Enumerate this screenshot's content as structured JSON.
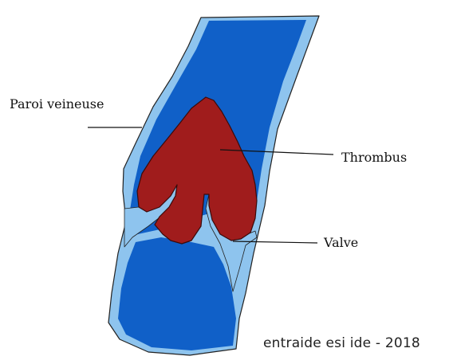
{
  "labels": {
    "paroi": "Paroi veineuse",
    "thrombus": "Thrombus",
    "valve": "Valve"
  },
  "credit": "entraide esi ide - 2018",
  "colors": {
    "vein_wall": "#8ec4ee",
    "vein_lumen": "#1060c8",
    "thrombus": "#a01c1c",
    "outline": "#222222",
    "leader_line": "#111111",
    "background": "#ffffff"
  }
}
